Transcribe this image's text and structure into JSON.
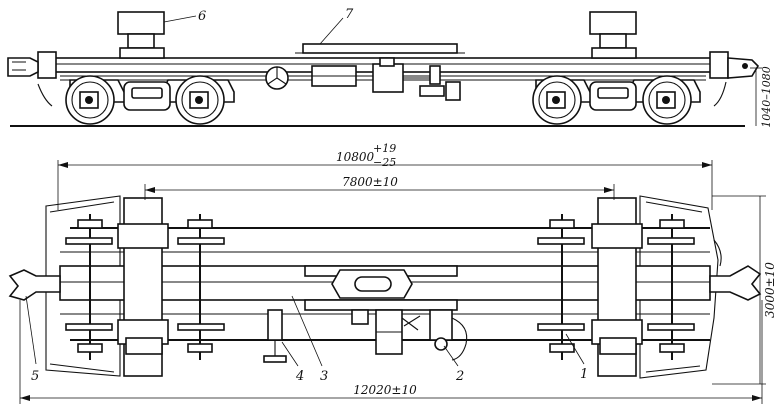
{
  "callouts": [
    "1",
    "2",
    "3",
    "4",
    "5",
    "6",
    "7"
  ],
  "dimensions": {
    "bogie_center_spacing": "7800±10",
    "frame_length_base": "10800",
    "frame_length_tol_upper": "+19",
    "frame_length_tol_lower": "−25",
    "overall_length": "12020±10",
    "overall_width": "3000±10",
    "coupler_height": "1040–1080"
  }
}
